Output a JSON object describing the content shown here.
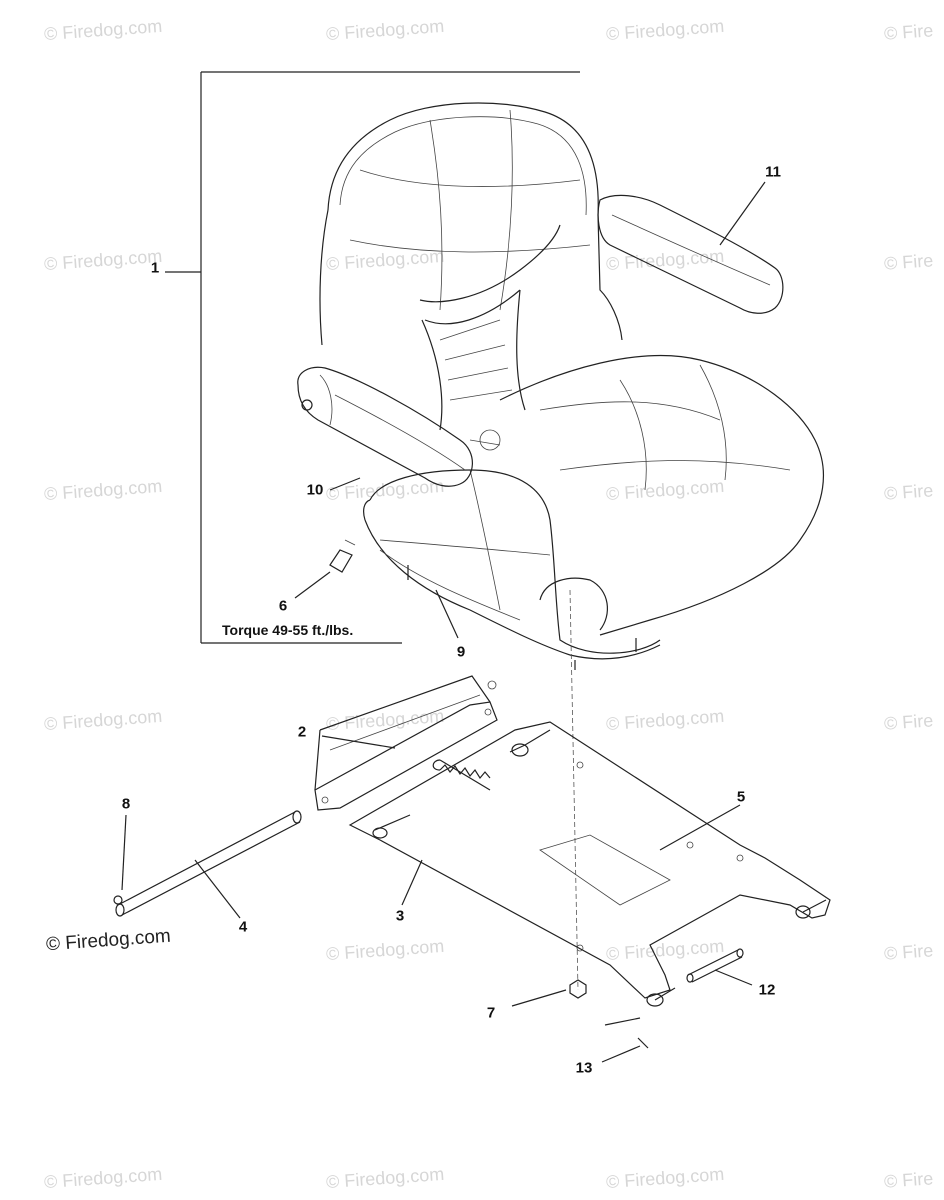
{
  "watermark": {
    "text": "© Firedog.com",
    "text_cut": "© Fire"
  },
  "torque_note": "Torque 49-55 ft./lbs.",
  "callouts": {
    "c1": "1",
    "c2": "2",
    "c3": "3",
    "c4": "4",
    "c5": "5",
    "c6": "6",
    "c7": "7",
    "c8": "8",
    "c9": "9",
    "c10": "10",
    "c11": "11",
    "c12": "12",
    "c13": "13"
  }
}
